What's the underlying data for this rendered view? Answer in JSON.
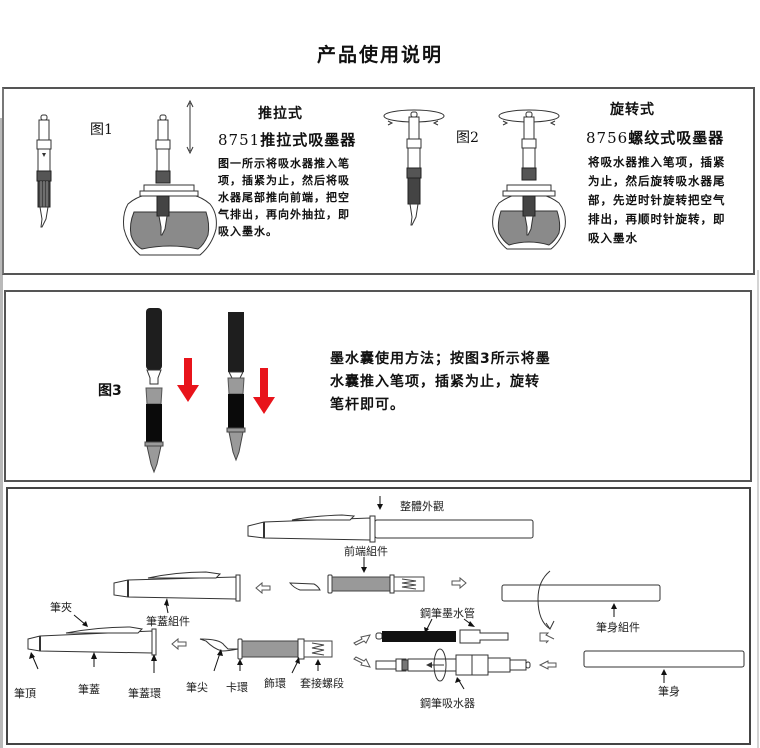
{
  "page": {
    "title": "产品使用说明"
  },
  "panel_push_pull": {
    "heading": "推拉式",
    "figure_label": "图1",
    "model_number": "8751",
    "model_name": "推拉式吸墨器",
    "description_lines": [
      "图一所示将吸水器推入笔",
      "项，插紧为止，然后将吸",
      "水器尾部推向前端，把空",
      "气排出，再向外抽拉，即",
      "吸入墨水。"
    ]
  },
  "panel_twist": {
    "heading": "旋转式",
    "figure_label": "图2",
    "model_number": "8756",
    "model_name": "螺纹式吸墨器",
    "description_lines": [
      "将吸水器推入笔项，插紧",
      "为止，然后旋转吸水器尾",
      "部，先逆时针旋转把空气",
      "排出，再顺时针旋转，即",
      "吸入墨水"
    ]
  },
  "panel_cartridge": {
    "figure_label": "图3",
    "description_lines": [
      "墨水囊使用方法；按图3所示将墨",
      "水囊推入笔项，插紧为止，旋转",
      "笔杆即可。"
    ],
    "arrow_color": "#e8141b"
  },
  "panel_parts": {
    "overall_label": "整體外觀",
    "front_assembly_label": "前端組件",
    "cap_assembly_label": "筆蓋組件",
    "body_assembly_label": "筆身組件",
    "ink_tube_label": "鋼筆墨水管",
    "converter_label": "鋼筆吸水器",
    "barrel_label": "筆身",
    "parts": {
      "clip": "筆夾",
      "cap_top": "筆頂",
      "cap": "筆蓋",
      "cap_ring": "筆蓋環",
      "nib": "筆尖",
      "clamp_ring": "卡環",
      "trim_ring": "飾環",
      "thread_section": "套接螺段"
    }
  }
}
